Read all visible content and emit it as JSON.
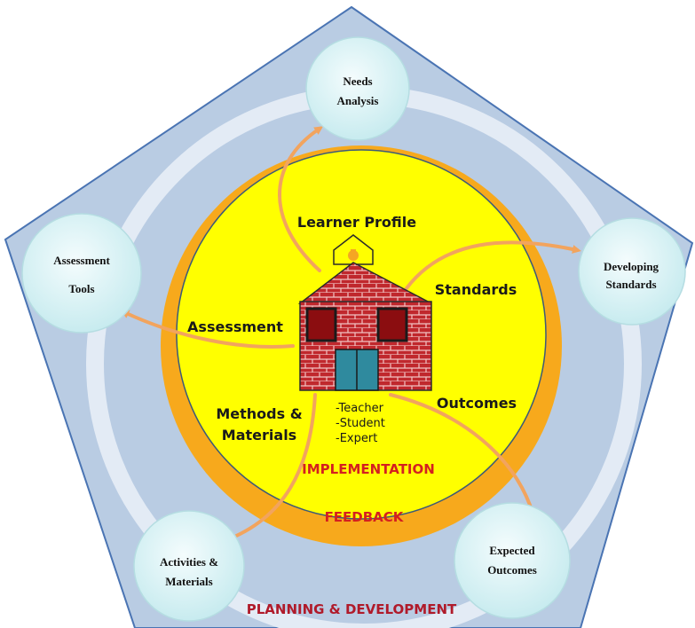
{
  "outer_nodes": {
    "needs_analysis": [
      "Needs",
      "Analysis"
    ],
    "developing_standards": [
      "Developing",
      "Standards"
    ],
    "expected_outcomes": [
      "Expected",
      "Outcomes"
    ],
    "activities_materials": [
      "Activities &",
      "Materials"
    ],
    "assessment_tools": [
      "Assessment",
      "Tools"
    ]
  },
  "inner_labels": {
    "learner_profile": "Learner Profile",
    "standards": "Standards",
    "assessment": "Assessment",
    "outcomes": "Outcomes",
    "methods_materials": [
      "Methods &",
      "Materials"
    ]
  },
  "roles": [
    "-Teacher",
    "-Student",
    "-Expert"
  ],
  "stages": {
    "implementation": "IMPLEMENTATION",
    "feedback": "FEEDBACK",
    "planning_development": "PLANNING & DEVELOPMENT"
  },
  "colors": {
    "pentagon_fill": "#b9cce3",
    "pentagon_stroke": "#4a74b3",
    "ring": "#e3ebf5",
    "outer_circle": "#f7a91c",
    "inner_circle": "#ffff00",
    "node_fill": "#dcf6f7",
    "arrow": "#f2a45e",
    "label_red": "#d42020"
  }
}
